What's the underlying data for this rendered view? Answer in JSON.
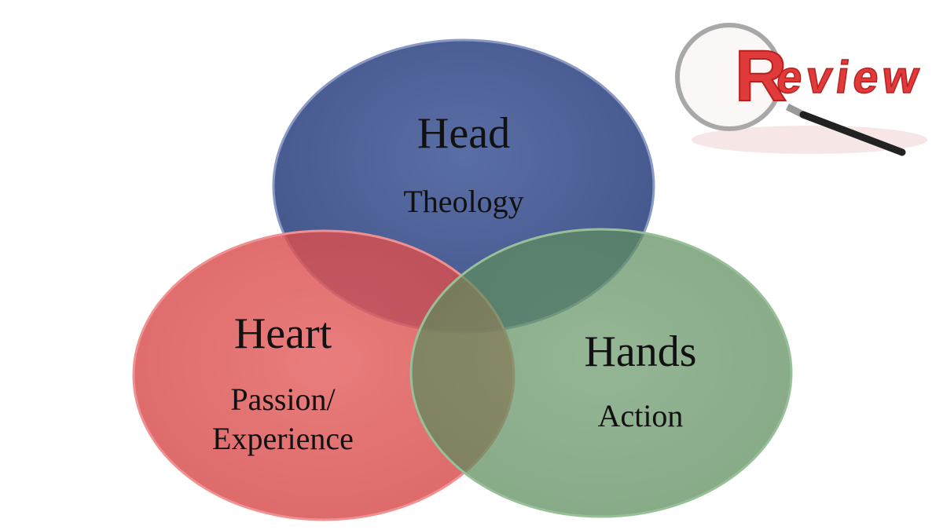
{
  "diagram": {
    "circles": [
      {
        "title": "Head",
        "subtitle": "Theology",
        "color": "#4a5f96"
      },
      {
        "title": "Heart",
        "subtitle_line1": "Passion/",
        "subtitle_line2": "Experience",
        "color": "#dc4a4a"
      },
      {
        "title": "Hands",
        "subtitle": "Action",
        "color": "#4f834f"
      }
    ]
  },
  "logo": {
    "text": "Review",
    "icon": "magnifying-glass-icon",
    "color": "#e03030"
  }
}
